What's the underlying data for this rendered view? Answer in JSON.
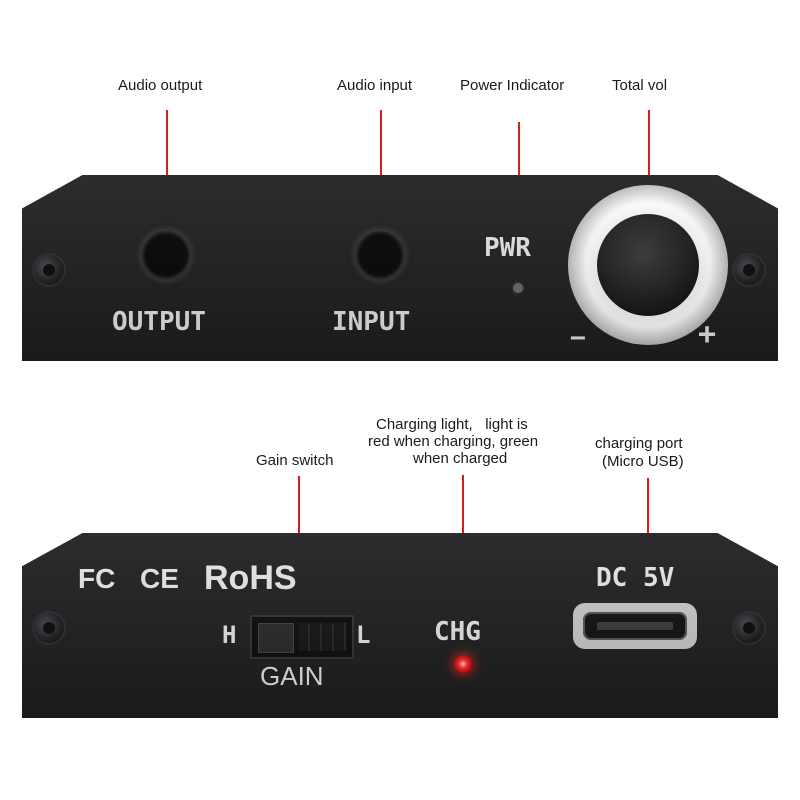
{
  "top_callouts": {
    "audio_output": "Audio output",
    "audio_input": "Audio input",
    "power_indicator": "Power Indicator",
    "total_vol": "Total vol"
  },
  "top_panel": {
    "output_label": "OUTPUT",
    "input_label": "INPUT",
    "pwr_label": "PWR",
    "minus": "−",
    "plus": "+"
  },
  "bottom_callouts": {
    "gain_switch": "Gain switch",
    "charging_light_line1": "Charging light,   light is",
    "charging_light_line2": "red when charging, green",
    "charging_light_line3": "when charged",
    "charging_port_line1": "charging port",
    "charging_port_line2": "(Micro USB)"
  },
  "bottom_panel": {
    "fc_mark": "FC",
    "ce_mark": "CE",
    "rohs_mark": "RoHS",
    "dc_label": "DC 5V",
    "h_label": "H",
    "l_label": "L",
    "gain_label": "GAIN",
    "chg_label": "CHG"
  },
  "colors": {
    "leader_line": "#d21e1e",
    "panel": "#1e1f21",
    "chg_led": "#ff2a2a"
  }
}
